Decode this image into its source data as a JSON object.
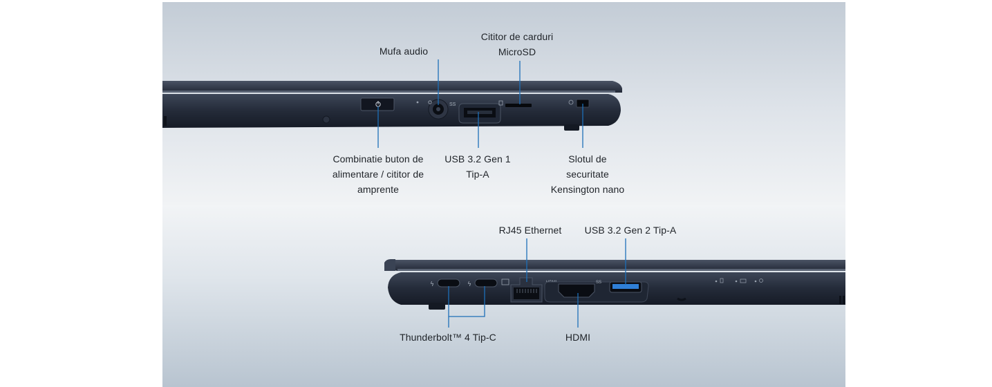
{
  "callouts": {
    "audio": "Mufa audio",
    "microsd": "Cititor de carduri\nMicroSD",
    "power": "Combinatie buton de\nalimentare / cititor de\namprente",
    "usb_gen1": "USB 3.2 Gen 1\nTip-A",
    "kensington": "Slotul de\nsecuritate\nKensington nano",
    "rj45": "RJ45 Ethernet",
    "usb_gen2": "USB 3.2 Gen 2 Tip-A",
    "thunderbolt": "Thunderbolt™ 4 Tip-C",
    "hdmi": "HDMI"
  },
  "port_markings": {
    "hdmi": "HDMI",
    "usb_logo": "SS"
  },
  "colors": {
    "callout_line": "#1d6fb8",
    "laptop_body": "#1c2230",
    "usb_gen2_port": "#2f7fd6"
  }
}
